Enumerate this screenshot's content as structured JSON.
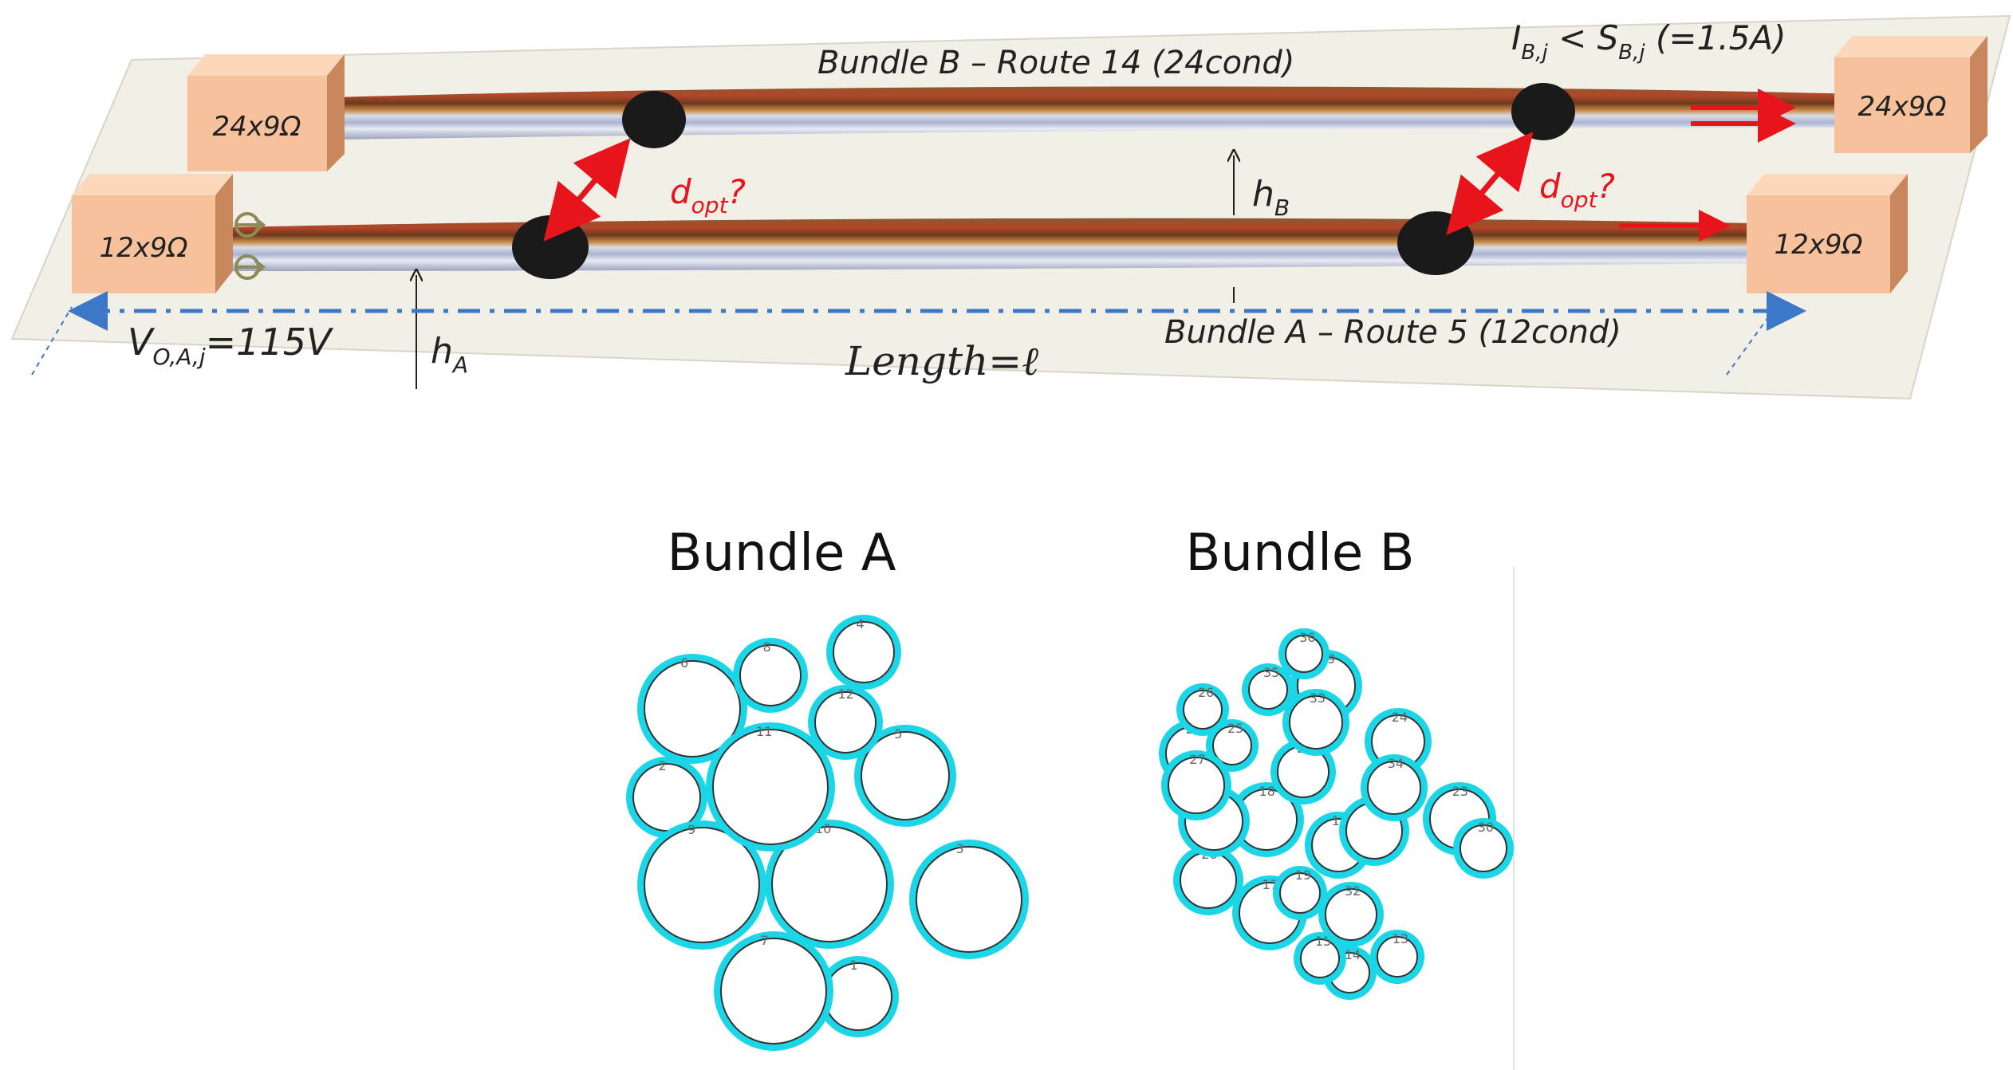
{
  "colors": {
    "plate": "#f1efe6",
    "plate_edge": "#d8d5c8",
    "box_front": "#f7c29b",
    "box_top": "#fbd8bc",
    "box_side": "#c8875d",
    "red": "#e8141c",
    "blue_dashed": "#3c78c8",
    "cyan": "#1ad6e6"
  },
  "top": {
    "bundle_b_label": "Bundle B – Route 14 (24cond)",
    "bundle_a_label": "Bundle A – Route 5 (12cond)",
    "constraint_i": "I",
    "constraint_i_sub": "B,j",
    "constraint_lt": " < S",
    "constraint_s_sub": "B,j",
    "constraint_val": " (=1.5A)",
    "load_b_left": "24x9Ω",
    "load_b_right": "24x9Ω",
    "load_a_left": "12x9Ω",
    "load_a_right": "12x9Ω",
    "d_opt_main": "d",
    "d_opt_sub": "opt",
    "d_opt_q": "?",
    "h_b_main": "h",
    "h_b_sub": "B",
    "h_a_main": "h",
    "h_a_sub": "A",
    "voltage_main": "V",
    "voltage_sub": "O,A,j",
    "voltage_val": "=115V",
    "length_label": "Length=ℓ"
  },
  "bottom": {
    "bundle_a_title": "Bundle A",
    "bundle_b_title": "Bundle B",
    "bundle_a_conductors": [
      "1",
      "2",
      "3",
      "4",
      "5",
      "6",
      "7",
      "8",
      "9",
      "10",
      "11",
      "12"
    ],
    "bundle_b_conductors": [
      "13",
      "14",
      "15",
      "16",
      "17",
      "18",
      "19",
      "20",
      "21",
      "22",
      "23",
      "24",
      "25",
      "26",
      "27",
      "28",
      "29",
      "30",
      "31",
      "32",
      "33",
      "34",
      "35",
      "36"
    ]
  }
}
